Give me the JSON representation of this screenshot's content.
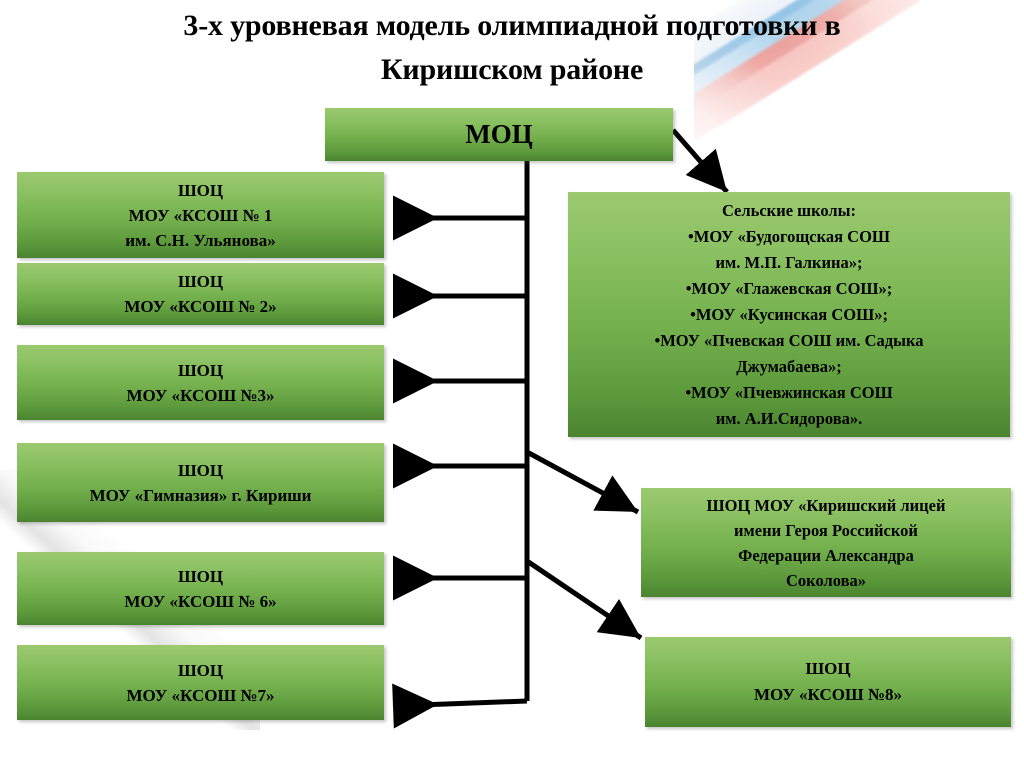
{
  "slide": {
    "title_line1": "3-х уровневая модель олимпиадной подготовки в",
    "title_line2": "Киришском районе",
    "accent_green_light": "#8CC263",
    "accent_green_dark": "#4B8430",
    "connector_color": "#000000",
    "background": "#FFFFFF"
  },
  "root": {
    "label": "МОЦ"
  },
  "left_column": [
    {
      "line1": "ШОЦ",
      "line2": "МОУ «КСОШ № 1",
      "line3": "им. С.Н. Ульянова»"
    },
    {
      "line1": "ШОЦ",
      "line2": "МОУ «КСОШ № 2»"
    },
    {
      "line1": "ШОЦ",
      "line2": "МОУ «КСОШ №3»"
    },
    {
      "line1": "ШОЦ",
      "line2": "МОУ «Гимназия» г. Кириши"
    },
    {
      "line1": "ШОЦ",
      "line2": "МОУ «КСОШ № 6»"
    },
    {
      "line1": "ШОЦ",
      "line2": "МОУ «КСОШ №7»"
    }
  ],
  "rural": {
    "heading": "Сельские школы:",
    "items": [
      "•МОУ «Будогощская СОШ им. М.П. Галкина»;",
      "•МОУ «Глажевская СОШ»;",
      "•МОУ «Кусинская СОШ»;",
      "•МОУ «Пчевская СОШ им. Садыка Джумабаева»;",
      "•МОУ «Пчевжинская СОШ им. А.И.Сидорова»."
    ],
    "line1": "Сельские школы:",
    "line2": "•МОУ «Будогощская СОШ",
    "line3": "им. М.П. Галкина»;",
    "line4": "•МОУ «Глажевская СОШ»;",
    "line5": "•МОУ «Кусинская СОШ»;",
    "line6": "•МОУ «Пчевская СОШ им. Садыка",
    "line7": "Джумабаева»;",
    "line8": "•МОУ «Пчевжинская СОШ",
    "line9": "им. А.И.Сидорова»."
  },
  "lyceum": {
    "line1": "ШОЦ МОУ «Киришский лицей",
    "line2": "имени Героя Российской",
    "line3": "Федерации Александра",
    "line4": "Соколова»"
  },
  "shoc8": {
    "line1": "ШОЦ",
    "line2": "МОУ «КСОШ №8»"
  }
}
